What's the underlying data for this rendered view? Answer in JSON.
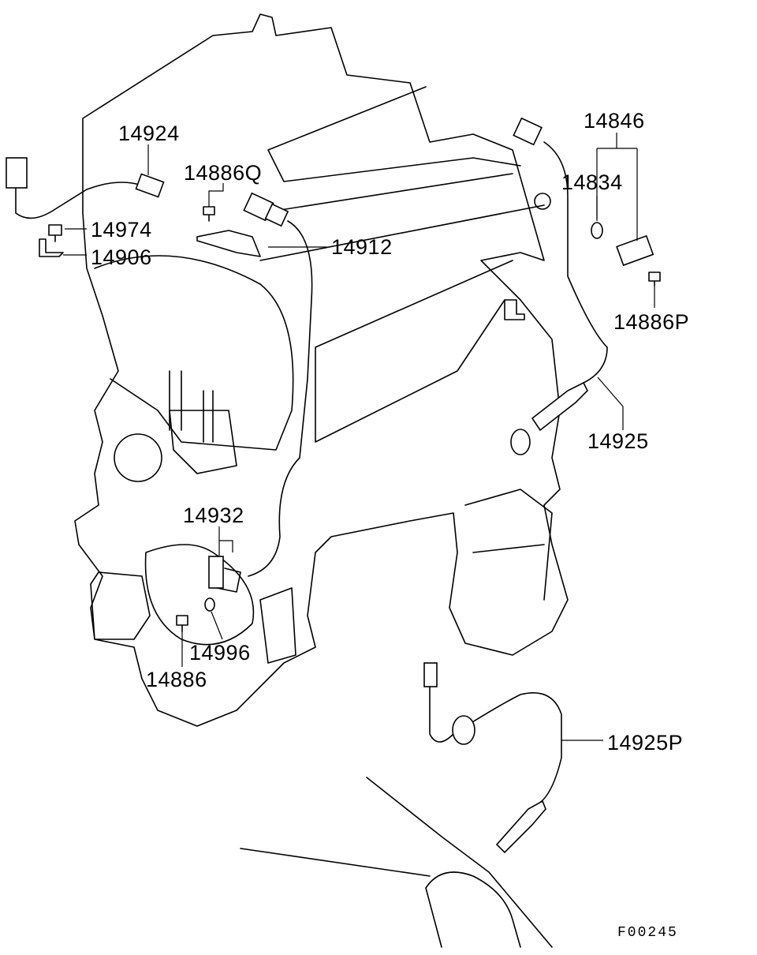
{
  "diagram": {
    "part_labels": {
      "p14924": "14924",
      "p14886Q": "14886Q",
      "p14974": "14974",
      "p14906": "14906",
      "p14912": "14912",
      "p14846": "14846",
      "p14834": "14834",
      "p14886P": "14886P",
      "p14925": "14925",
      "p14932": "14932",
      "p14996": "14996",
      "p14886": "14886",
      "p14925P": "14925P"
    },
    "figure_code": "F00245"
  }
}
